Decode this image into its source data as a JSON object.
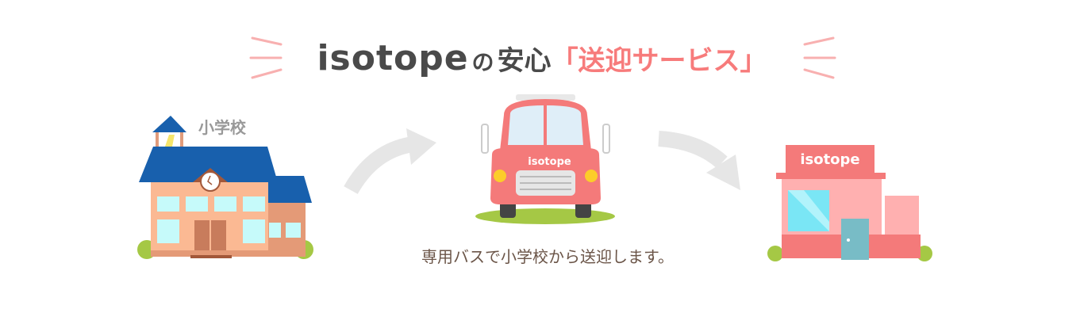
{
  "heading": {
    "brand": "isotope",
    "particle": "の",
    "anshin": "安心",
    "service": "「送迎サービス」"
  },
  "school": {
    "label": "小学校"
  },
  "bus": {
    "label": "isotope"
  },
  "shop": {
    "sign": "isotope"
  },
  "caption": "専用バスで小学校から送迎します。",
  "colors": {
    "accent": "#f77b7b",
    "heading": "#4a4a4a",
    "roof": "#1860ad",
    "grass": "#a5c845",
    "arrow": "#e6e6e6"
  }
}
